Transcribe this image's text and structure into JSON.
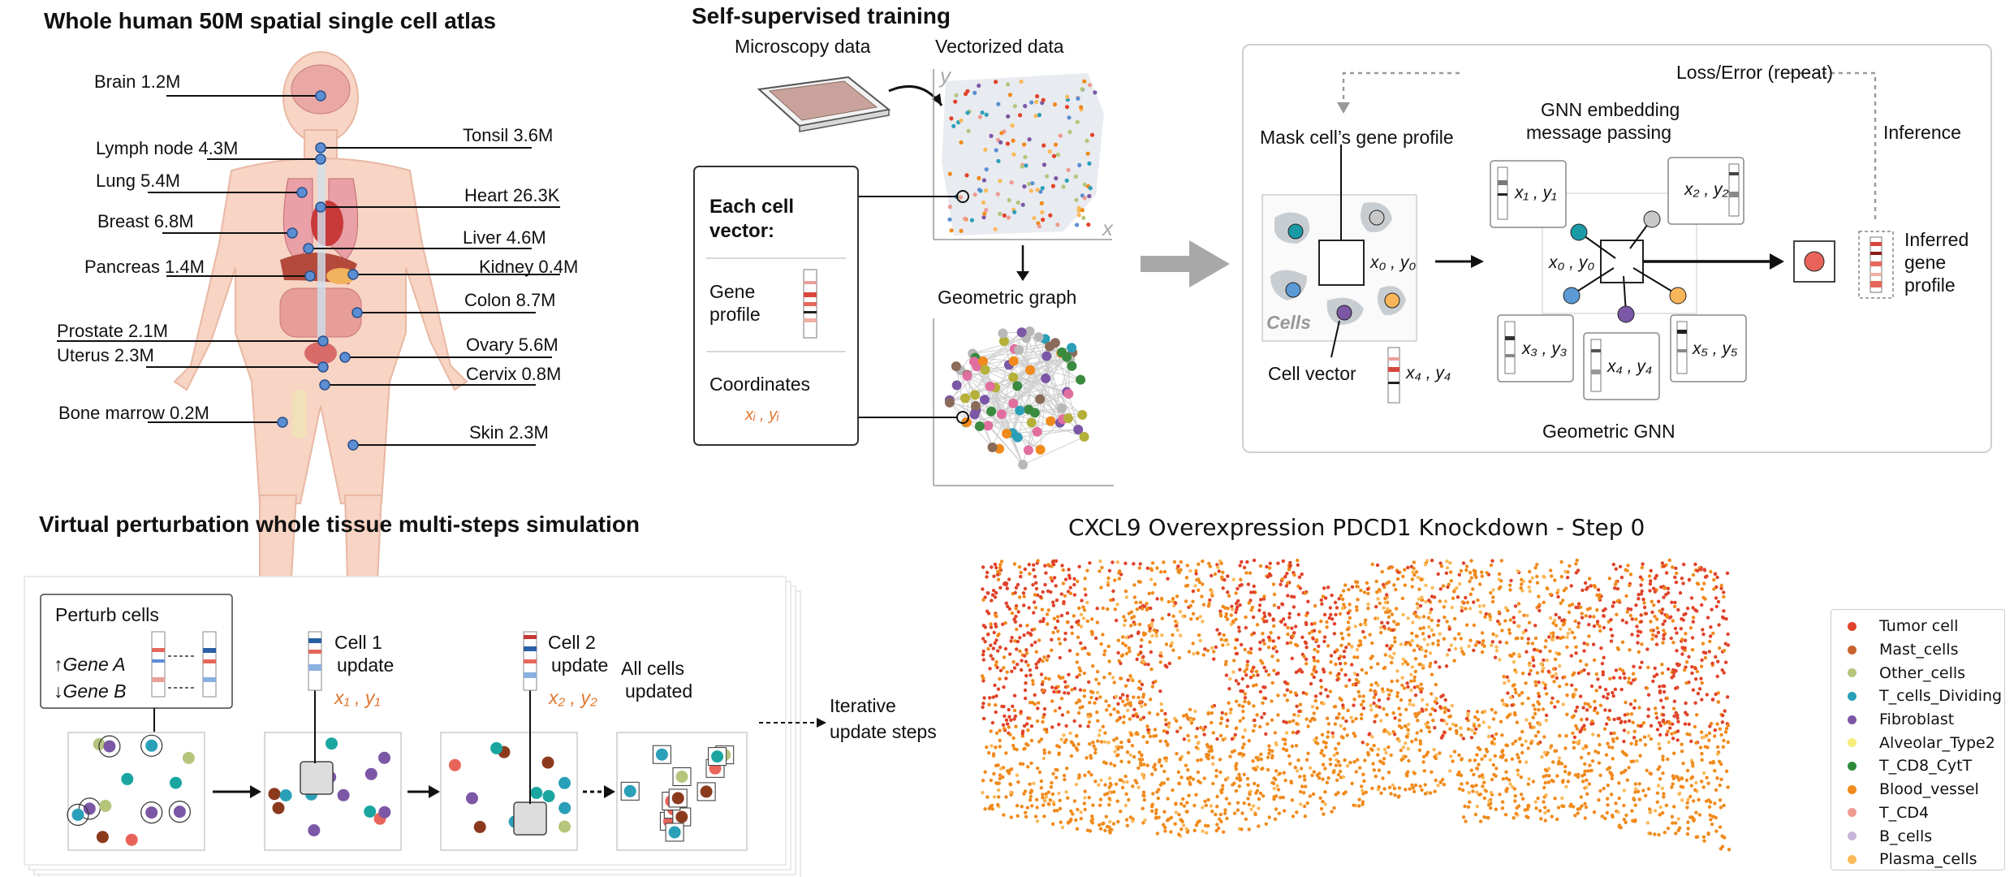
{
  "panels": {
    "atlas": {
      "title": "Whole human 50M spatial single cell atlas",
      "organs": [
        {
          "label": "Brain 1.2M"
        },
        {
          "label": "Lymph node 4.3M"
        },
        {
          "label": "Lung 5.4M"
        },
        {
          "label": "Breast 6.8M"
        },
        {
          "label": "Pancreas 1.4M"
        },
        {
          "label": "Prostate 2.1M"
        },
        {
          "label": "Uterus 2.3M"
        },
        {
          "label": "Bone marrow 0.2M"
        },
        {
          "label": "Tonsil 3.6M"
        },
        {
          "label": "Heart 26.3K"
        },
        {
          "label": "Liver 4.6M"
        },
        {
          "label": "Kidney 0.4M"
        },
        {
          "label": "Colon 8.7M"
        },
        {
          "label": "Ovary 5.6M"
        },
        {
          "label": "Cervix 0.8M"
        },
        {
          "label": "Skin 2.3M"
        }
      ]
    },
    "training": {
      "title": "Self-supervised training",
      "microscopy": "Microscopy data",
      "vectorized": "Vectorized data",
      "axis_y": "y",
      "axis_x": "x",
      "graph": "Geometric graph",
      "cell_vector_title": "Each cell vector:",
      "gene_profile": "Gene profile",
      "coordinates": "Coordinates",
      "coord_sym": "xᵢ , yᵢ"
    },
    "gnn": {
      "loss": "Loss/Error (repeat)",
      "mask": "Mask cell’s gene profile",
      "embedding_1": "GNN embedding",
      "embedding_2": "message passing",
      "inference": "Inference",
      "cells": "Cells",
      "cell_vector": "Cell vector",
      "inferred_1": "Inferred",
      "inferred_2": "gene",
      "inferred_3": "profile",
      "geometric_gnn": "Geometric GNN",
      "coords": {
        "c0": "x₀ , y₀",
        "c1": "x₁ , y₁",
        "c2": "x₂ , y₂",
        "c3": "x₃ , y₃",
        "c4": "x₄ , y₄",
        "c5": "x₅ , y₅"
      }
    },
    "perturbation": {
      "title": "Virtual perturbation whole tissue multi-steps simulation",
      "perturb": "Perturb cells",
      "gene_a": "↑Gene A",
      "gene_b": "↓Gene B",
      "cell1_a": "Cell 1",
      "cell1_b": "update",
      "cell1_coord": "x₁ , y₁",
      "cell2_a": "Cell 2",
      "cell2_b": "update",
      "cell2_coord": "x₂ , y₂",
      "all_a": "All cells",
      "all_b": "updated",
      "iter_a": "Iterative",
      "iter_b": "update steps"
    },
    "simulation": {
      "title": "CXCL9 Overexpression PDCD1 Knockdown  - Step 0",
      "legend": [
        {
          "label": "Tumor cell",
          "color": "#e0432a"
        },
        {
          "label": "Mast_cells",
          "color": "#c8642d"
        },
        {
          "label": "Other_cells",
          "color": "#b5c57c"
        },
        {
          "label": "T_cells_Dividing",
          "color": "#2a9fb8"
        },
        {
          "label": "Fibroblast",
          "color": "#7b57a6"
        },
        {
          "label": "Alveolar_Type2",
          "color": "#f7ed7e"
        },
        {
          "label": "T_CD8_CytT",
          "color": "#2d8a3a"
        },
        {
          "label": "Blood_vessel",
          "color": "#f08a1c"
        },
        {
          "label": "T_CD4",
          "color": "#ef9a90"
        },
        {
          "label": "B_cells",
          "color": "#c9b6d9"
        },
        {
          "label": "Plasma_cells",
          "color": "#fbb95a"
        }
      ]
    }
  }
}
